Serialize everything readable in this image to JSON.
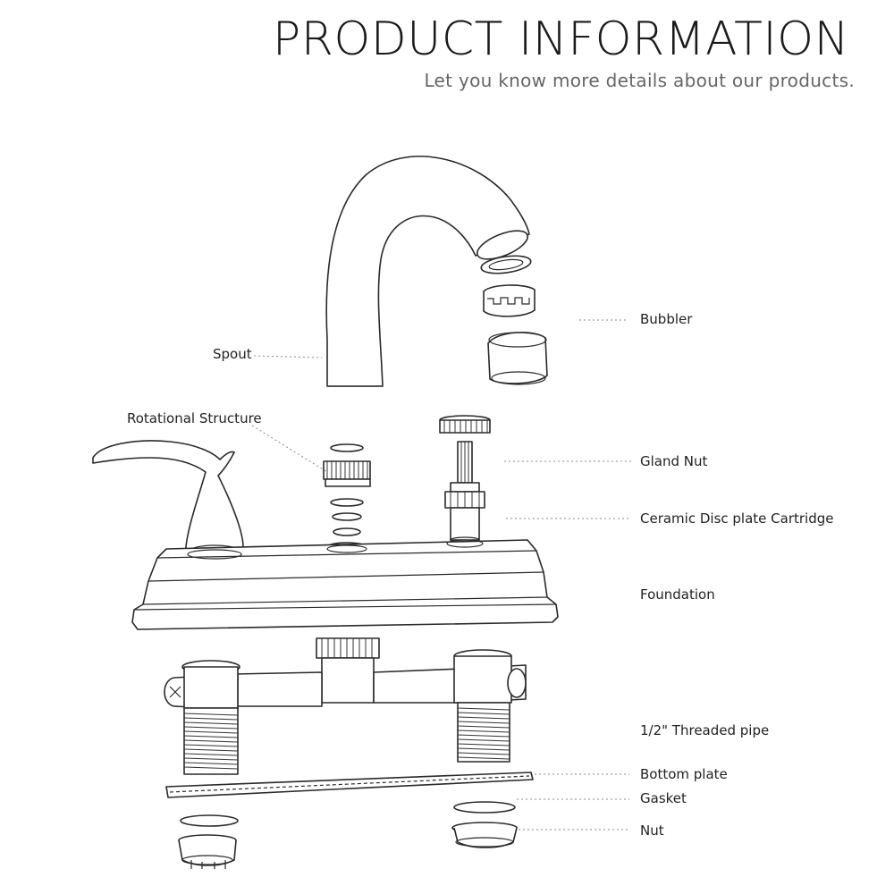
{
  "header": {
    "title": "PRODUCT INFORMATION",
    "subtitle": "Let you know more details about our products."
  },
  "labels": {
    "bubbler": "Bubbler",
    "spout": "Spout",
    "rotational_structure": "Rotational Structure",
    "gland_nut": "Gland Nut",
    "ceramic_cartridge": "Ceramic Disc plate Cartridge",
    "foundation": "Foundation",
    "threaded_pipe": "1/2\" Threaded pipe",
    "bottom_plate": "Bottom plate",
    "gasket": "Gasket",
    "nut": "Nut"
  }
}
